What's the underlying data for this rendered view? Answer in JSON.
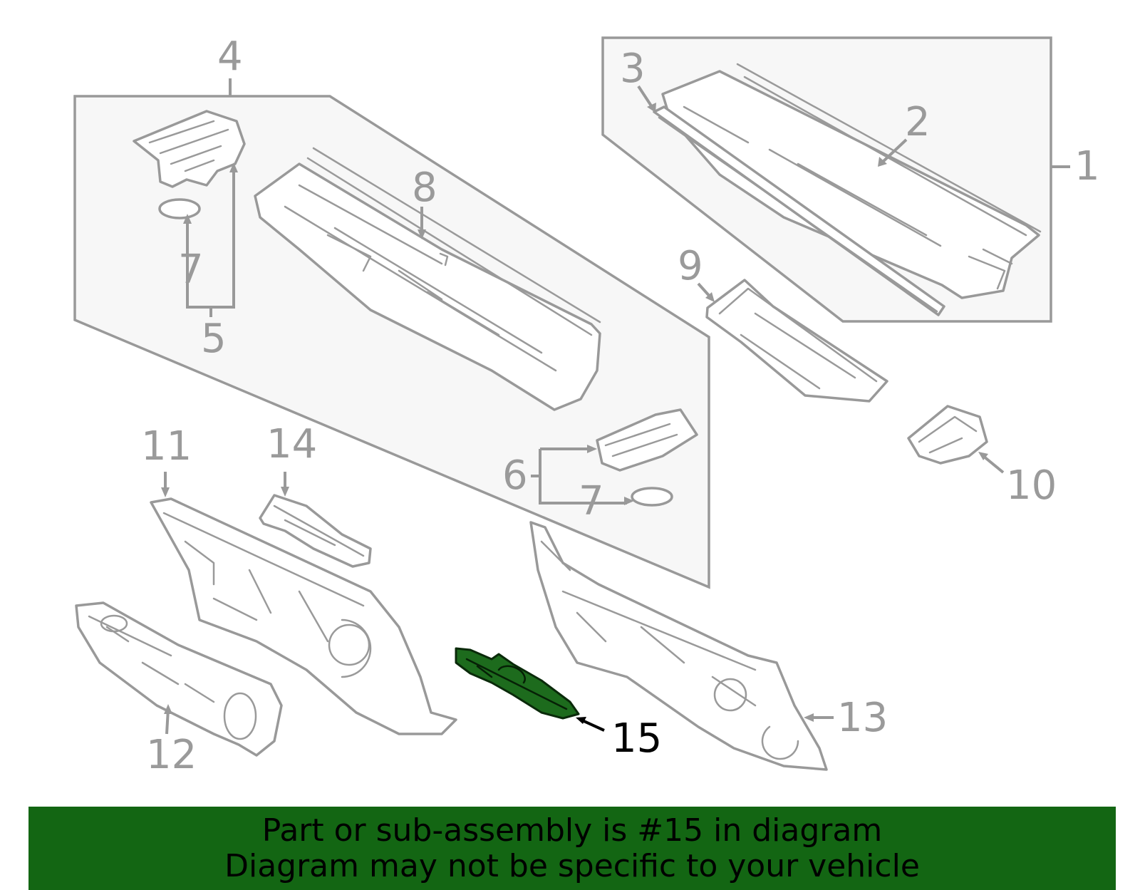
{
  "diagram": {
    "callouts": [
      {
        "id": "1",
        "label": "1"
      },
      {
        "id": "2",
        "label": "2"
      },
      {
        "id": "3",
        "label": "3"
      },
      {
        "id": "4",
        "label": "4"
      },
      {
        "id": "5",
        "label": "5"
      },
      {
        "id": "6",
        "label": "6"
      },
      {
        "id": "7a",
        "label": "7"
      },
      {
        "id": "7b",
        "label": "7"
      },
      {
        "id": "8",
        "label": "8"
      },
      {
        "id": "9",
        "label": "9"
      },
      {
        "id": "10",
        "label": "10"
      },
      {
        "id": "11",
        "label": "11"
      },
      {
        "id": "12",
        "label": "12"
      },
      {
        "id": "13",
        "label": "13"
      },
      {
        "id": "14",
        "label": "14"
      },
      {
        "id": "15",
        "label": "15"
      }
    ],
    "highlighted_part": "15",
    "colors": {
      "line": "#999999",
      "panel_fill": "#f7f7f7",
      "highlight_fill": "#1d6b1d",
      "highlight_label": "#000000"
    }
  },
  "banner": {
    "line1": "Part or sub-assembly is #15 in diagram",
    "line2": "Diagram may not be specific to your vehicle",
    "background": "#136613"
  }
}
